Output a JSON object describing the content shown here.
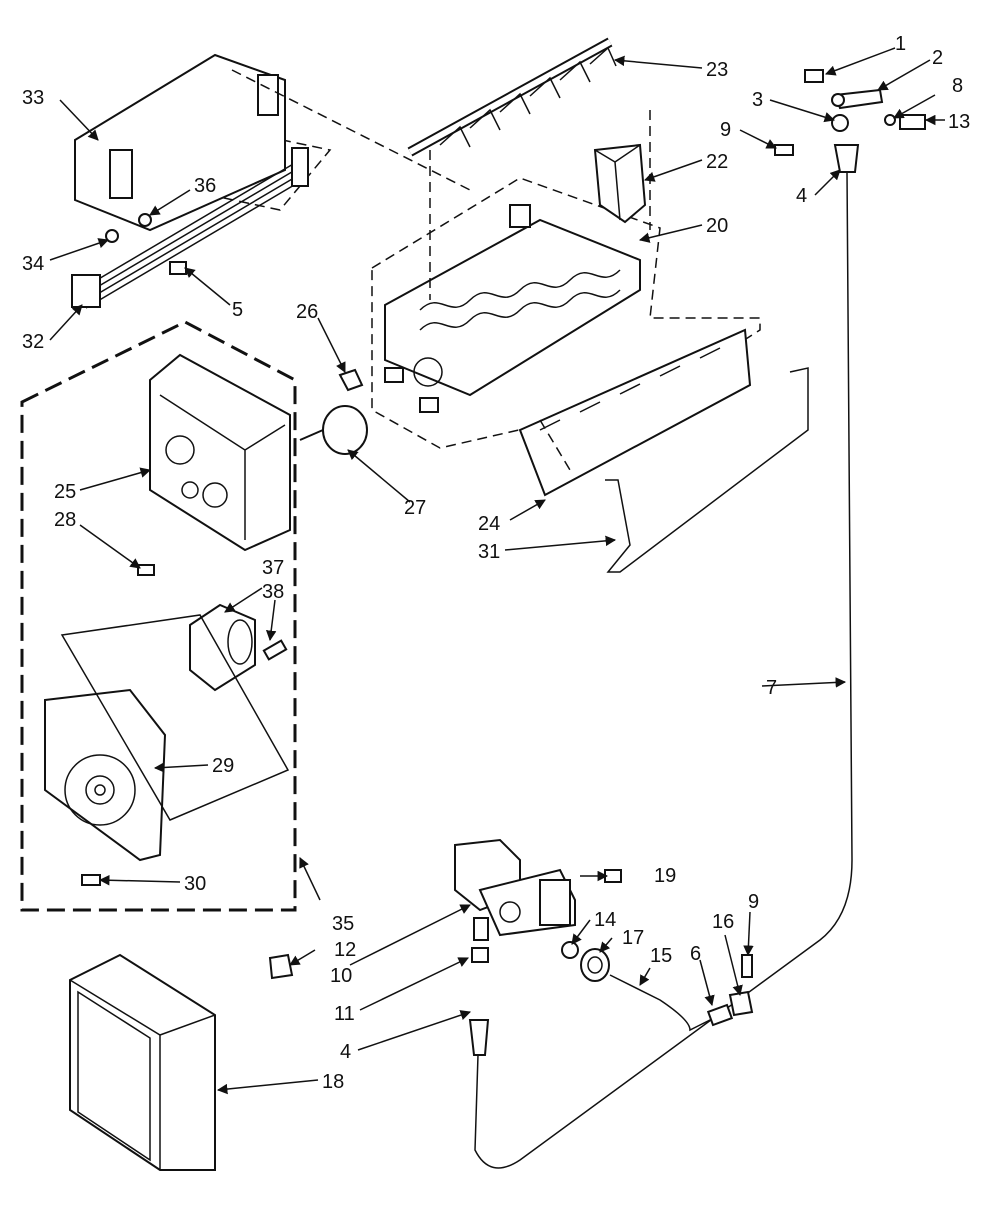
{
  "diagram": {
    "parts": [
      {
        "id": "p1",
        "label": "1"
      },
      {
        "id": "p2",
        "label": "2"
      },
      {
        "id": "p3",
        "label": "3"
      },
      {
        "id": "p4a",
        "label": "4"
      },
      {
        "id": "p4b",
        "label": "4"
      },
      {
        "id": "p5",
        "label": "5"
      },
      {
        "id": "p6",
        "label": "6"
      },
      {
        "id": "p7",
        "label": "7"
      },
      {
        "id": "p8",
        "label": "8"
      },
      {
        "id": "p9a",
        "label": "9"
      },
      {
        "id": "p9b",
        "label": "9"
      },
      {
        "id": "p10",
        "label": "10"
      },
      {
        "id": "p11",
        "label": "11"
      },
      {
        "id": "p12",
        "label": "12"
      },
      {
        "id": "p13",
        "label": "13"
      },
      {
        "id": "p14",
        "label": "14"
      },
      {
        "id": "p15",
        "label": "15"
      },
      {
        "id": "p16",
        "label": "16"
      },
      {
        "id": "p17",
        "label": "17"
      },
      {
        "id": "p18",
        "label": "18"
      },
      {
        "id": "p19",
        "label": "19"
      },
      {
        "id": "p20",
        "label": "20"
      },
      {
        "id": "p22",
        "label": "22"
      },
      {
        "id": "p23",
        "label": "23"
      },
      {
        "id": "p24",
        "label": "24"
      },
      {
        "id": "p25",
        "label": "25"
      },
      {
        "id": "p26",
        "label": "26"
      },
      {
        "id": "p27",
        "label": "27"
      },
      {
        "id": "p28",
        "label": "28"
      },
      {
        "id": "p29",
        "label": "29"
      },
      {
        "id": "p30",
        "label": "30"
      },
      {
        "id": "p31",
        "label": "31"
      },
      {
        "id": "p32",
        "label": "32"
      },
      {
        "id": "p33",
        "label": "33"
      },
      {
        "id": "p34",
        "label": "34"
      },
      {
        "id": "p35",
        "label": "35"
      },
      {
        "id": "p36",
        "label": "36"
      },
      {
        "id": "p37",
        "label": "37"
      },
      {
        "id": "p38",
        "label": "38"
      }
    ]
  }
}
